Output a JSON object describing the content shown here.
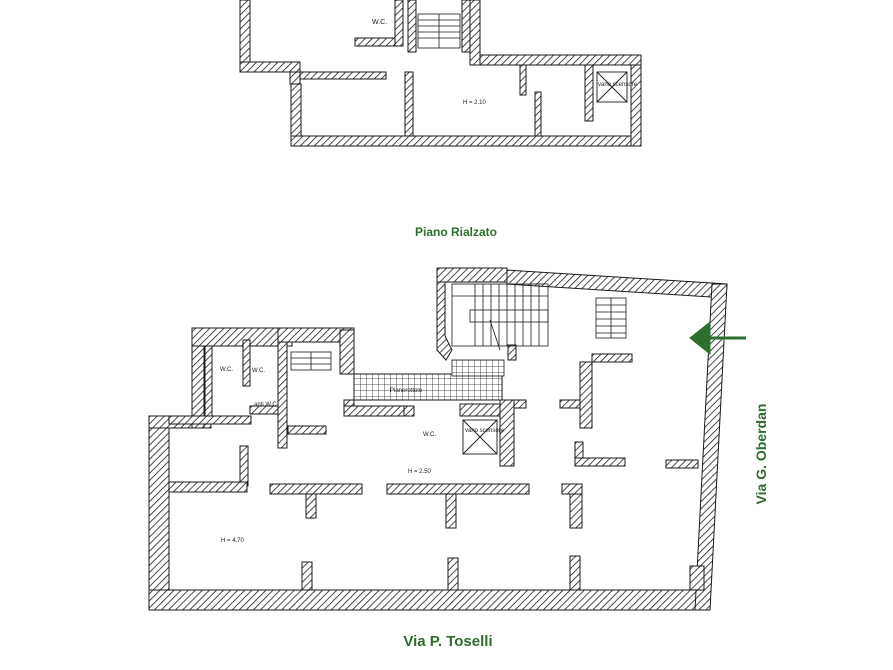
{
  "upper_floor": {
    "wc_label": "W.C.",
    "height_label": "H = 2.10",
    "shaft_label": "vano scensore"
  },
  "floor_title": "Piano Rialzato",
  "main_floor": {
    "wc_left": "W.C.",
    "wc_mid": "W.C.",
    "wc_center": "W.C.",
    "anti_wc": "anti W.C.",
    "landing": "Pianerottolo",
    "shaft_label": "vano scensore",
    "height_main": "H = 2.50",
    "height_left": "H = 4.70"
  },
  "streets": {
    "east": "Via G. Oberdan",
    "south": "Via P. Toselli"
  },
  "colors": {
    "label_green": "#2f6b2f",
    "arrow_green": "#2e6e2e",
    "wall": "#1a1a1a"
  }
}
